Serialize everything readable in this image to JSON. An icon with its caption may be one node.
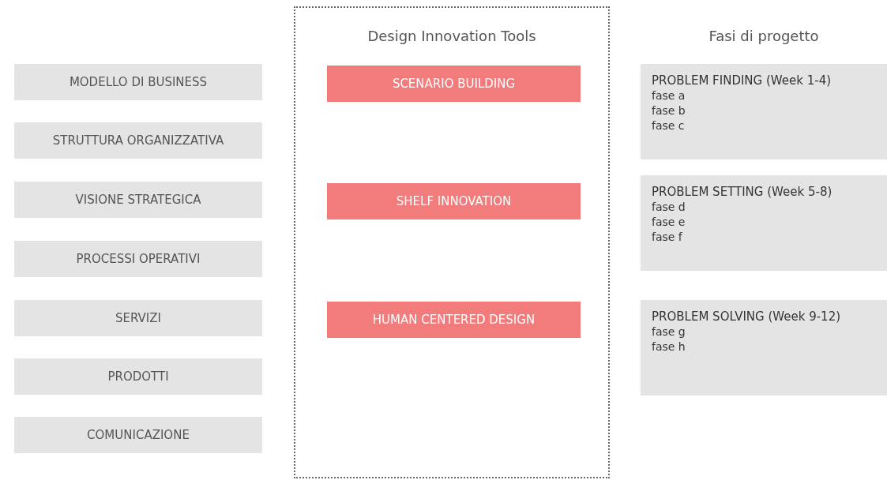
{
  "diagram": {
    "nodes": [
      {
        "text": [
          "MODELLO DI BUSINESS"
        ]
      },
      {
        "text": [
          "STRUTTURA ORGANIZZATIVA"
        ]
      },
      {
        "text": [
          "VISIONE STRATEGICA"
        ]
      },
      {
        "text": [
          "PROCESSI OPERATIVI"
        ]
      },
      {
        "text": [
          "SERVIZI"
        ]
      },
      {
        "text": [
          "PRODOTTI"
        ]
      },
      {
        "text": [
          "COMUNICAZIONE"
        ]
      },
      {
        "text": [
          "Design Innovation Tools"
        ]
      },
      {
        "text": [
          "SCENARIO BUILDING"
        ],
        "in": 7
      },
      {
        "text": [
          "SHELF INNOVATION"
        ],
        "in": 7
      },
      {
        "text": [
          "HUMAN CENTERED DESIGN"
        ],
        "in": 7
      },
      {
        "text": [
          "PROBLEM FINDING (Week 1-4)",
          "fase a",
          "fase b",
          "fase c"
        ]
      },
      {
        "text": [
          "PROBLEM SETTING (Week 5-8)",
          "fase d",
          "fase e",
          "fase f"
        ]
      },
      {
        "text": [
          "PROBLEM SOLVING (Week 9-12)",
          "fase g",
          "fase h"
        ]
      }
    ],
    "edges": [],
    "labels": [
      "Fasi di progetto"
    ]
  }
}
